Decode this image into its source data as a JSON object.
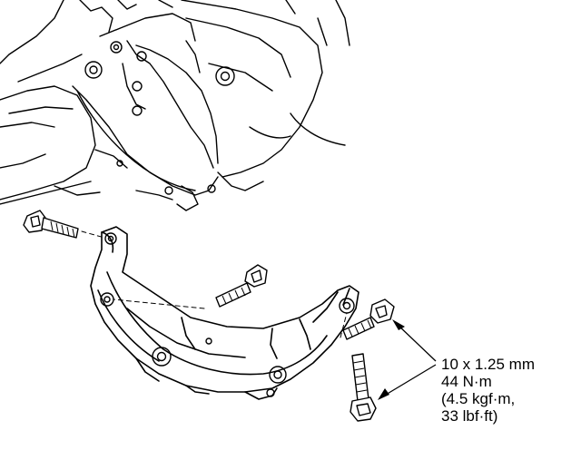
{
  "torque_spec": {
    "line1": "10 x 1.25 mm",
    "line2": "44 N·m",
    "line3": "(4.5 kgf·m,",
    "line4": "33 lbf·ft)"
  },
  "colors": {
    "ink": "#000000",
    "paper": "#ffffff"
  },
  "icons": [
    "bolt-icon",
    "arrowhead-icon"
  ]
}
